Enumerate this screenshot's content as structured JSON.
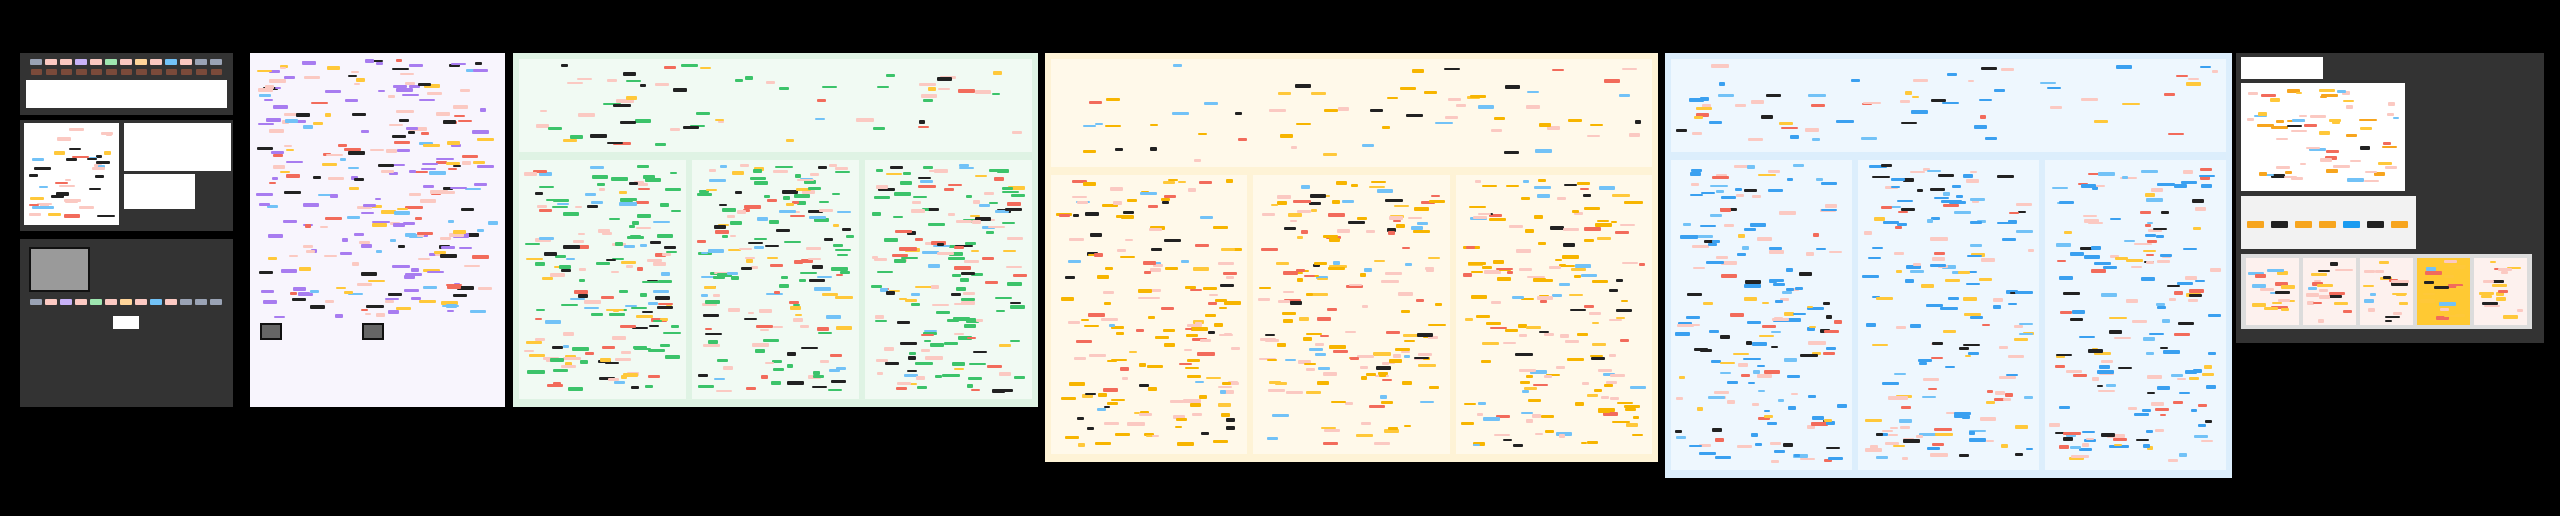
{
  "canvas": {
    "background": "#000000",
    "frames": [
      {
        "name": "timeline-frame",
        "theme": "dark",
        "color": "#333333"
      },
      {
        "name": "diagram-frame",
        "theme": "dark",
        "color": "#333333"
      },
      {
        "name": "photo-frame",
        "theme": "dark",
        "color": "#333333"
      },
      {
        "name": "purple-flow-frame",
        "theme": "purple",
        "color": "#f8f5fd",
        "accent": "#a87cf0"
      },
      {
        "name": "green-flow-frame",
        "theme": "green",
        "color": "#dff3e4",
        "accent": "#3cc36a"
      },
      {
        "name": "yellow-flow-frame",
        "theme": "yellow",
        "color": "#fef3d6",
        "accent": "#f7b500"
      },
      {
        "name": "blue-flow-frame",
        "theme": "blue",
        "color": "#dceefc",
        "accent": "#3aa0f0"
      },
      {
        "name": "reference-frame",
        "theme": "dark",
        "color": "#333333"
      }
    ],
    "node_colors": {
      "red": "#f26b5b",
      "pink": "#fbc9c2",
      "yellow": "#ffc83a",
      "blue": "#72c2f7",
      "dark": "#222222",
      "grey": "#9aa3b5"
    }
  }
}
